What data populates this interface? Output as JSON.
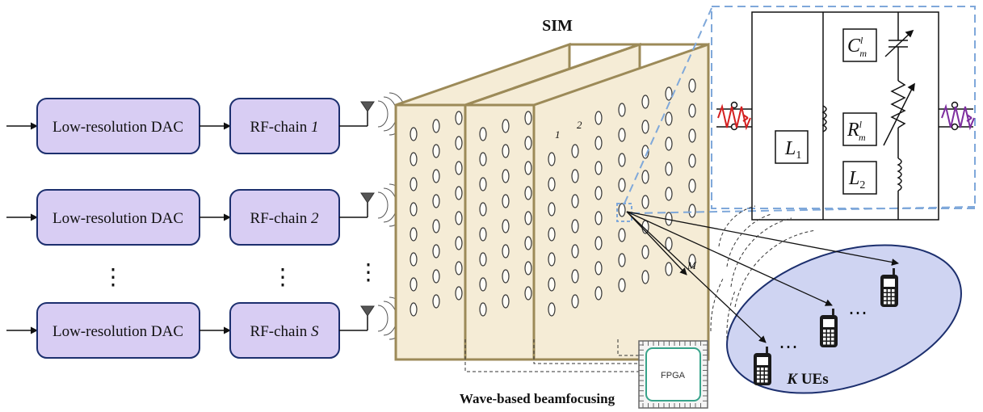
{
  "title": "SIM",
  "dac_label": "Low-resolution DAC",
  "rf_chains": [
    {
      "prefix": "RF-chain ",
      "index": "1"
    },
    {
      "prefix": "RF-chain ",
      "index": "2"
    },
    {
      "prefix": "RF-chain ",
      "index": "S"
    }
  ],
  "vertical_dots": "⋮",
  "caption_left": "Wave-based beamfocusing",
  "fpga_label": "FPGA",
  "ues_label": {
    "k": "K",
    "text": " UEs"
  },
  "meta_atom_labels": {
    "first": "1",
    "second": "2",
    "last": "M"
  },
  "circuit": {
    "l1": {
      "base": "L",
      "sub": "1"
    },
    "l2": {
      "base": "L",
      "sub": "2"
    },
    "c": {
      "base": "C",
      "sub": "m",
      "sup": "l"
    },
    "r": {
      "base": "R",
      "sub": "m",
      "sup": "l"
    }
  },
  "ue_dots": "⋯",
  "colors": {
    "box_fill": "#d8cdf3",
    "box_stroke": "#1c2f6e",
    "panel_fill": "#f5ecd6",
    "panel_stroke": "#9c8a58",
    "ue_ellipse_fill": "#cfd4f2",
    "ue_ellipse_stroke": "#1c2f6e",
    "zoom_dash": "#7fa8da",
    "wave_in": "#d42020",
    "wave_out": "#7d2d9f"
  }
}
